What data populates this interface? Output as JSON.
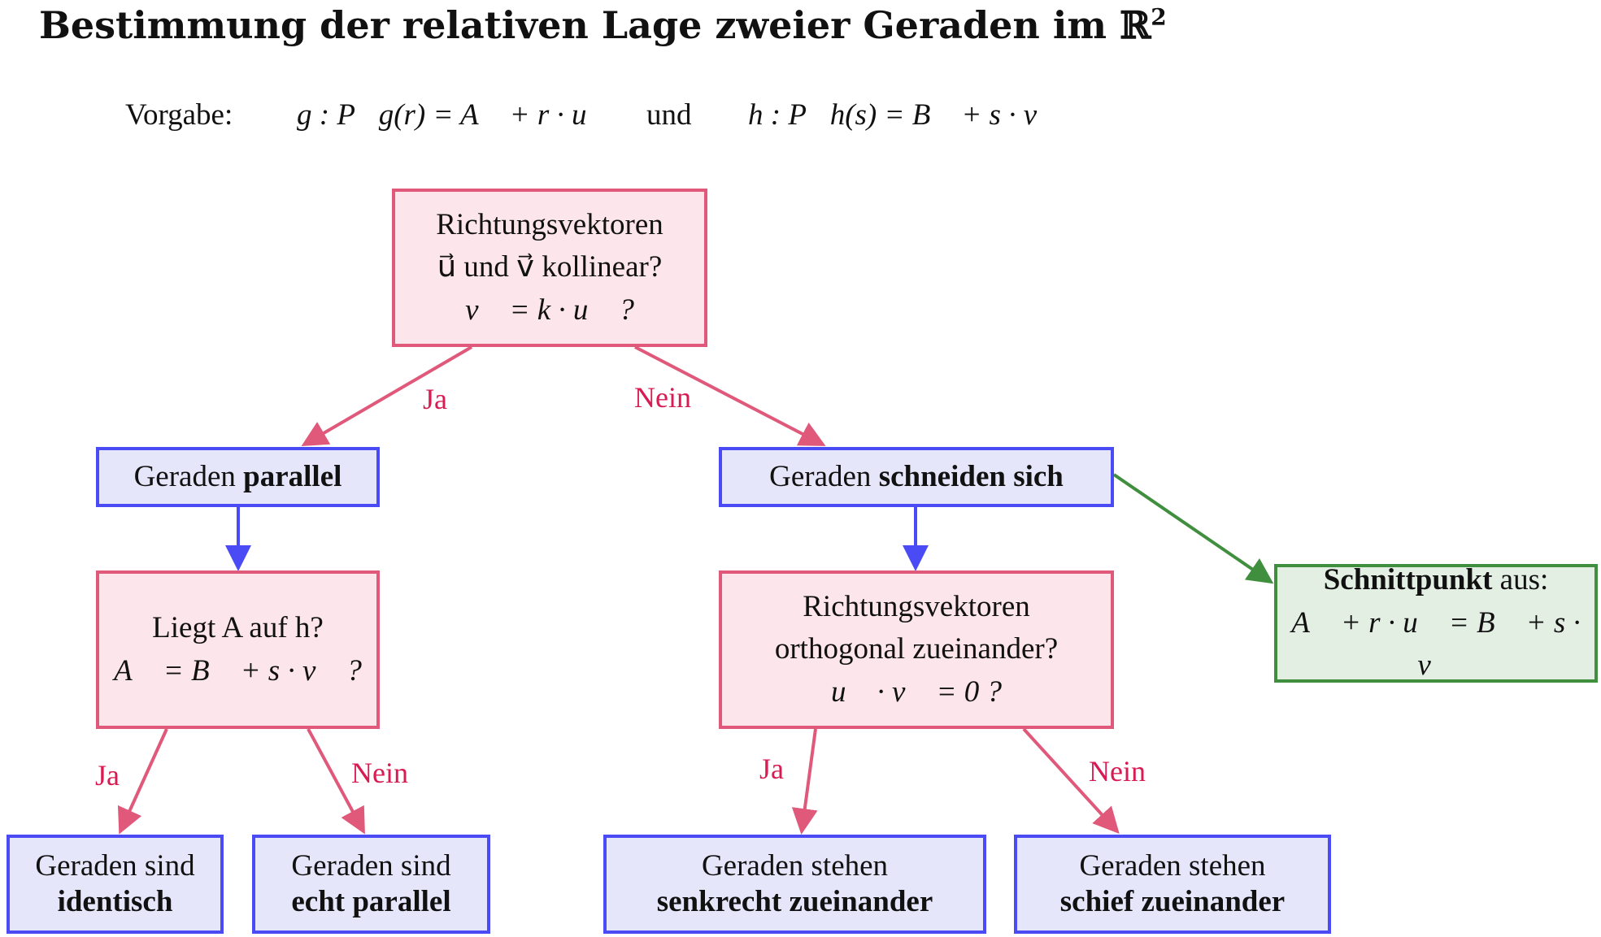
{
  "title": "Bestimmung der relativen Lage zweier Geraden im ℝ",
  "title_sup": "2",
  "given": {
    "label": "Vorgabe:",
    "g": "g :  P⃗g(r) = A⃗ + r · u⃗",
    "und": "und",
    "h": "h :  P⃗h(s) = B⃗ + s · v⃗"
  },
  "q1": {
    "l1": "Richtungsvektoren",
    "l2": "u⃗ und v⃗ kollinear?",
    "l3": "v⃗ = k · u⃗ ?"
  },
  "parallel": {
    "pre": "Geraden ",
    "bold": "parallel"
  },
  "schneiden": {
    "pre": "Geraden ",
    "bold": "schneiden sich"
  },
  "q2": {
    "l1": "Liegt A auf h?",
    "l2": "A⃗ = B⃗ + s · v⃗ ?"
  },
  "q3": {
    "l1": "Richtungsvektoren",
    "l2": "orthogonal zueinander?",
    "l3": "u⃗ · v⃗ = 0 ?"
  },
  "schnitt": {
    "bold": "Schnittpunkt",
    "rest": " aus:",
    "l2": "A⃗ + r · u⃗ = B⃗ + s · v⃗"
  },
  "identisch": {
    "l1": "Geraden sind",
    "l2": "identisch"
  },
  "echt": {
    "l1": "Geraden sind",
    "l2": "echt parallel"
  },
  "senkrecht": {
    "l1": "Geraden stehen",
    "l2": "senkrecht zueinander"
  },
  "schief": {
    "l1": "Geraden stehen",
    "l2": "schief zueinander"
  },
  "labels": {
    "ja": "Ja",
    "nein": "Nein"
  },
  "colors": {
    "red": "#e0587a",
    "blue": "#4b4bf5",
    "green": "#3f8f3f",
    "label": "#d81b52"
  }
}
